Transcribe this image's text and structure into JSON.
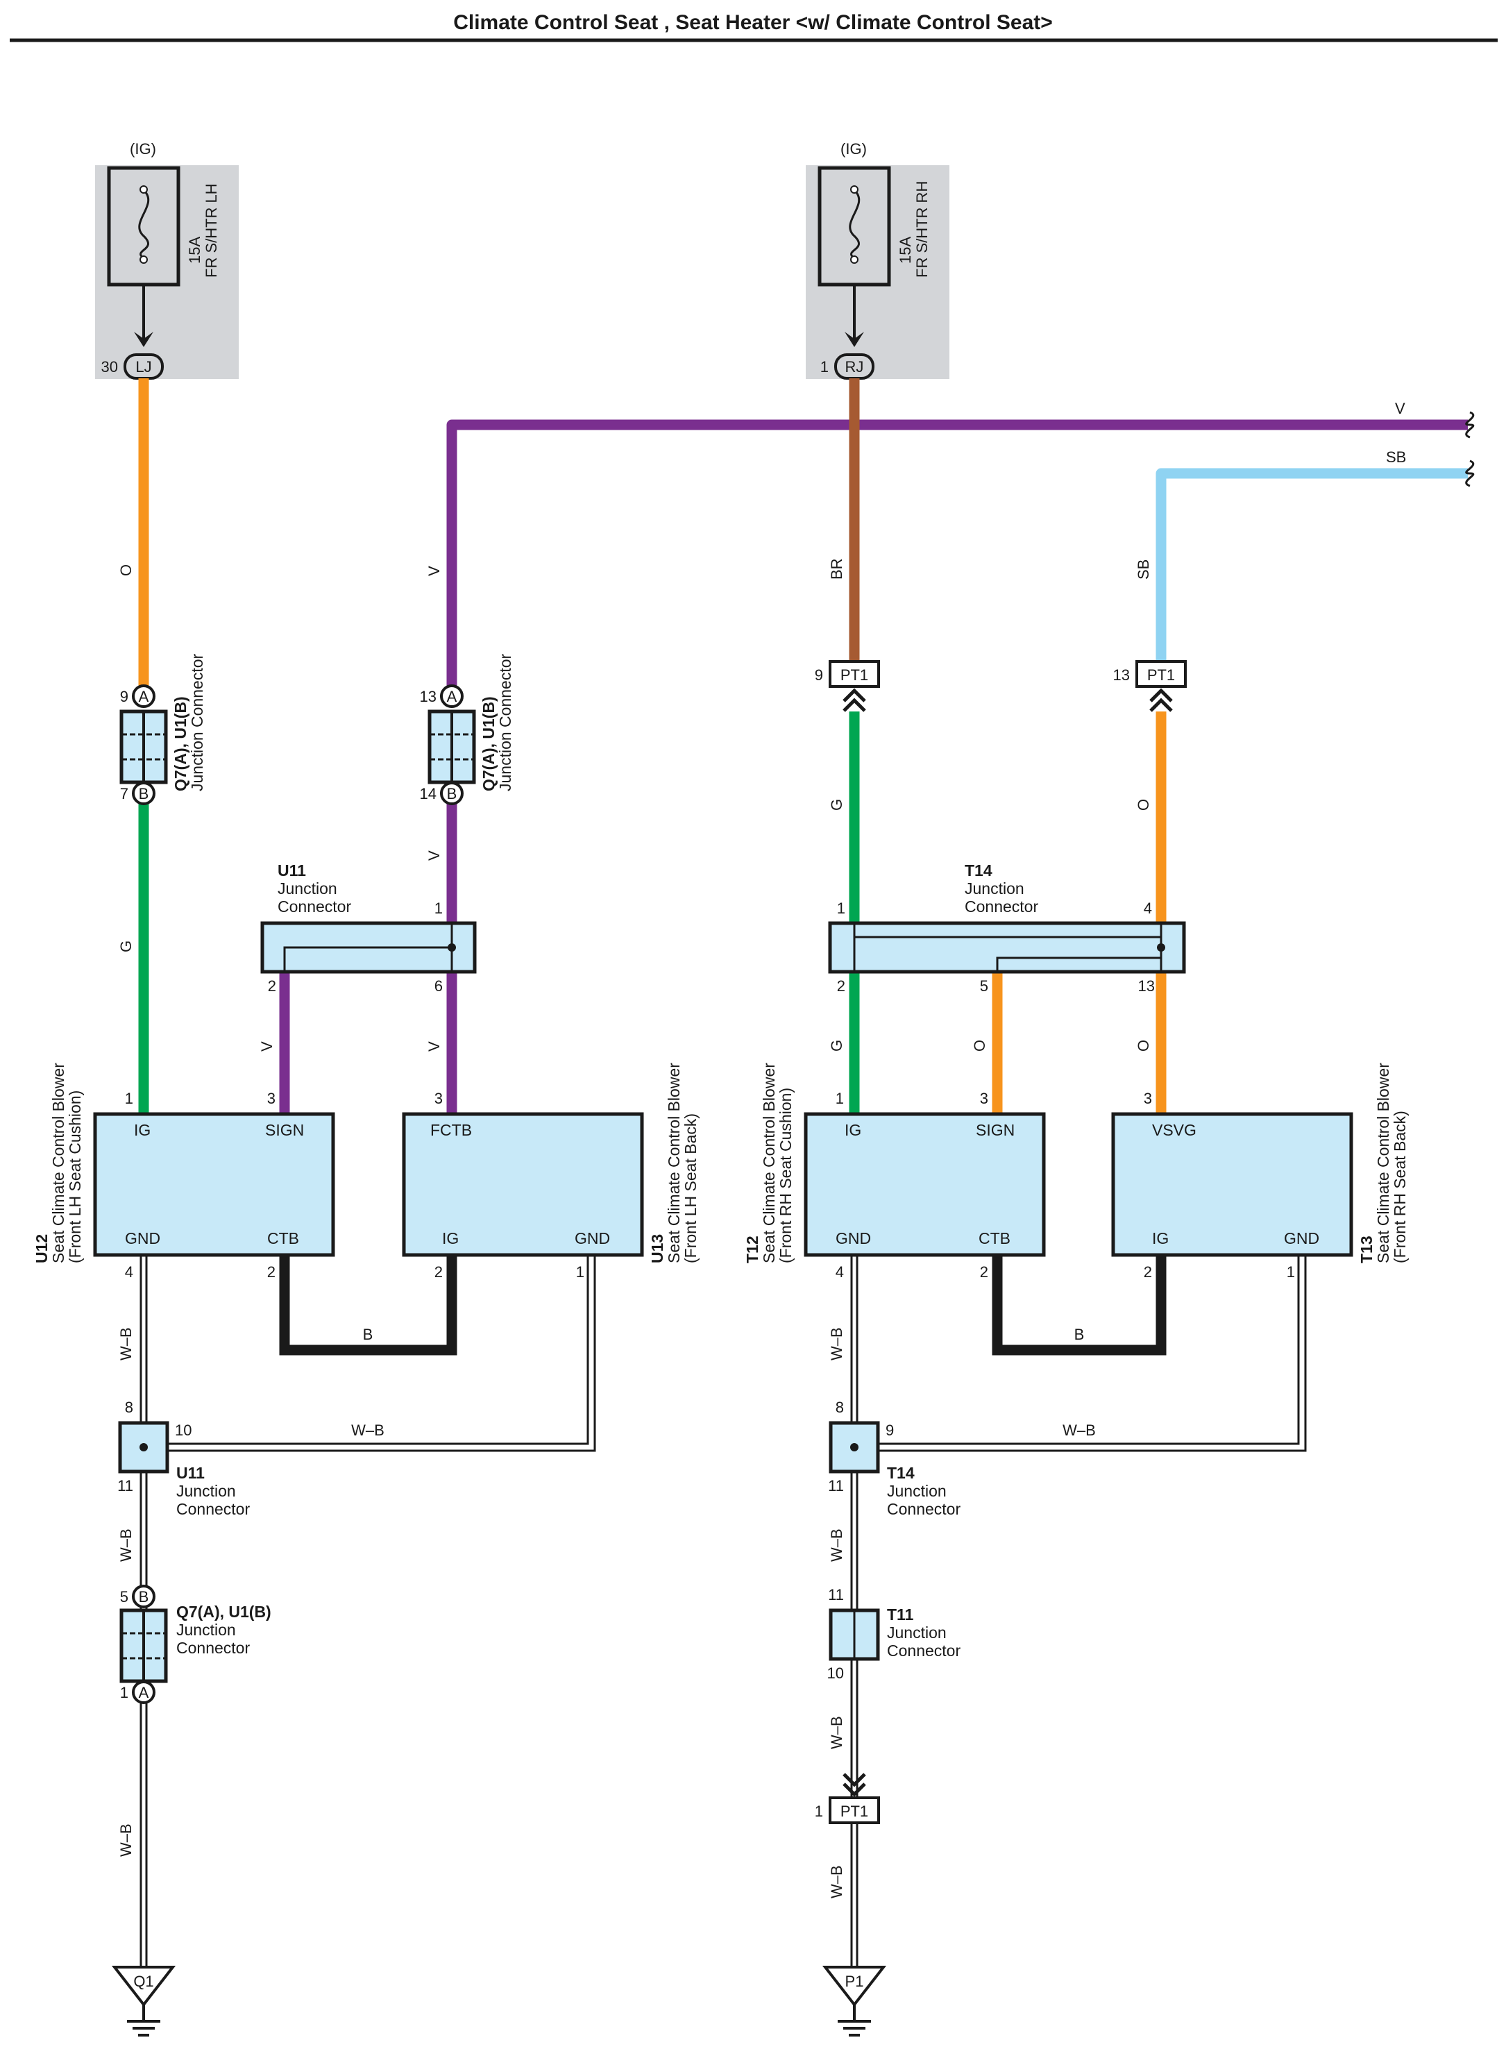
{
  "title": "Climate Control Seat , Seat Heater <w/ Climate Control Seat>",
  "fuses": {
    "lh": {
      "supply": "(IG)",
      "rating": "15A",
      "name": "FR S/HTR LH",
      "pin": "30",
      "connector": "LJ"
    },
    "rh": {
      "supply": "(IG)",
      "rating": "15A",
      "name": "FR S/HTR RH",
      "pin": "1",
      "connector": "RJ"
    }
  },
  "wires": {
    "orange": "O",
    "violet": "V",
    "brown": "BR",
    "sky_blue": "SB",
    "green": "G",
    "black": "B",
    "white_black": "W–B"
  },
  "colors": {
    "orange": "#f7941d",
    "violet": "#7a2f8f",
    "brown": "#a65a32",
    "sky_blue": "#8fd3f2",
    "green": "#00a651",
    "black": "#1a1a1a",
    "box_fill": "#c8e9f8",
    "fuse_bg": "#d3d5d8"
  },
  "connectors": {
    "q7u1": {
      "name": "Q7(A), U1(B)",
      "desc": "Junction Connector"
    },
    "u11": {
      "name": "U11",
      "line1": "Junction",
      "line2": "Connector"
    },
    "t14": {
      "name": "T14",
      "line1": "Junction",
      "line2": "Connector"
    },
    "t11": {
      "name": "T11",
      "line1": "Junction",
      "line2": "Connector"
    },
    "pt1": "PT1",
    "pin_a": "A",
    "pin_b": "B"
  },
  "components": {
    "u12": {
      "code": "U12",
      "name": "Seat Climate Control Blower",
      "sub": "(Front LH Seat Cushion)",
      "t1": "IG",
      "t2": "SIGN",
      "t3": "GND",
      "t4": "CTB"
    },
    "u13": {
      "code": "U13",
      "name": "Seat Climate Control Blower",
      "sub": "(Front LH Seat Back)",
      "t1": "FCTB",
      "t3": "IG",
      "t4": "GND"
    },
    "t12": {
      "code": "T12",
      "name": "Seat Climate Control Blower",
      "sub": "(Front RH Seat Cushion)",
      "t1": "IG",
      "t2": "SIGN",
      "t3": "GND",
      "t4": "CTB"
    },
    "t13": {
      "code": "T13",
      "name": "Seat Climate Control Blower",
      "sub": "(Front RH Seat Back)",
      "t1": "VSVG",
      "t3": "IG",
      "t4": "GND"
    }
  },
  "grounds": {
    "left": "Q1",
    "right": "P1"
  },
  "pins": {
    "p1": "1",
    "p2": "2",
    "p3": "3",
    "p4": "4",
    "p5": "5",
    "p6": "6",
    "p7": "7",
    "p8": "8",
    "p9": "9",
    "p10": "10",
    "p11": "11",
    "p13": "13",
    "p14": "14"
  }
}
